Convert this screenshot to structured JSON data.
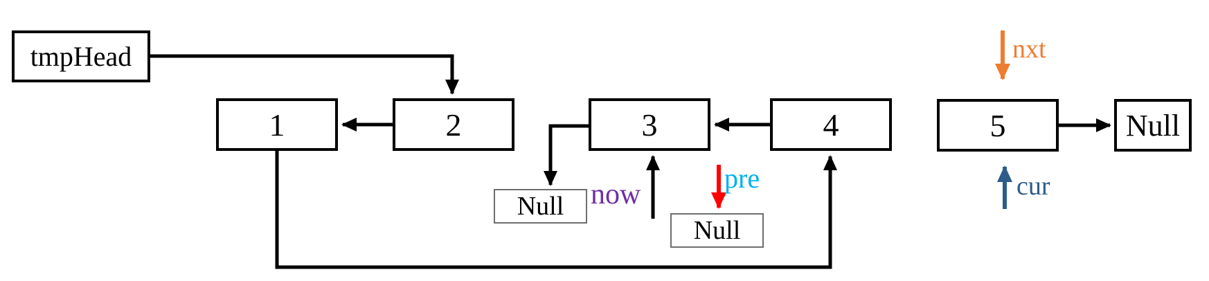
{
  "diagram": {
    "description": "linked-list-reversal-step",
    "background": "#FFFFFF",
    "line_color": "#000000",
    "tmphead": {
      "label": "tmpHead"
    },
    "nodes": [
      {
        "label": "1"
      },
      {
        "label": "2"
      },
      {
        "label": "3"
      },
      {
        "label": "4"
      },
      {
        "label": "5"
      }
    ],
    "null_boxes": {
      "after_five": {
        "label": "Null"
      },
      "below_three": {
        "label": "Null"
      },
      "pre_target": {
        "label": "Null"
      }
    },
    "pointers": {
      "now": {
        "label": "now",
        "color": "#7030A0",
        "arrow_color": "#000000"
      },
      "pre": {
        "label": "pre",
        "color": "#00B0F0",
        "arrow_color": "#FF0000"
      },
      "nxt": {
        "label": "nxt",
        "color": "#ED7D31",
        "arrow_color": "#ED7D31"
      },
      "cur": {
        "label": "cur",
        "color": "#2E5C8A",
        "arrow_color": "#2E5C8A"
      }
    }
  }
}
